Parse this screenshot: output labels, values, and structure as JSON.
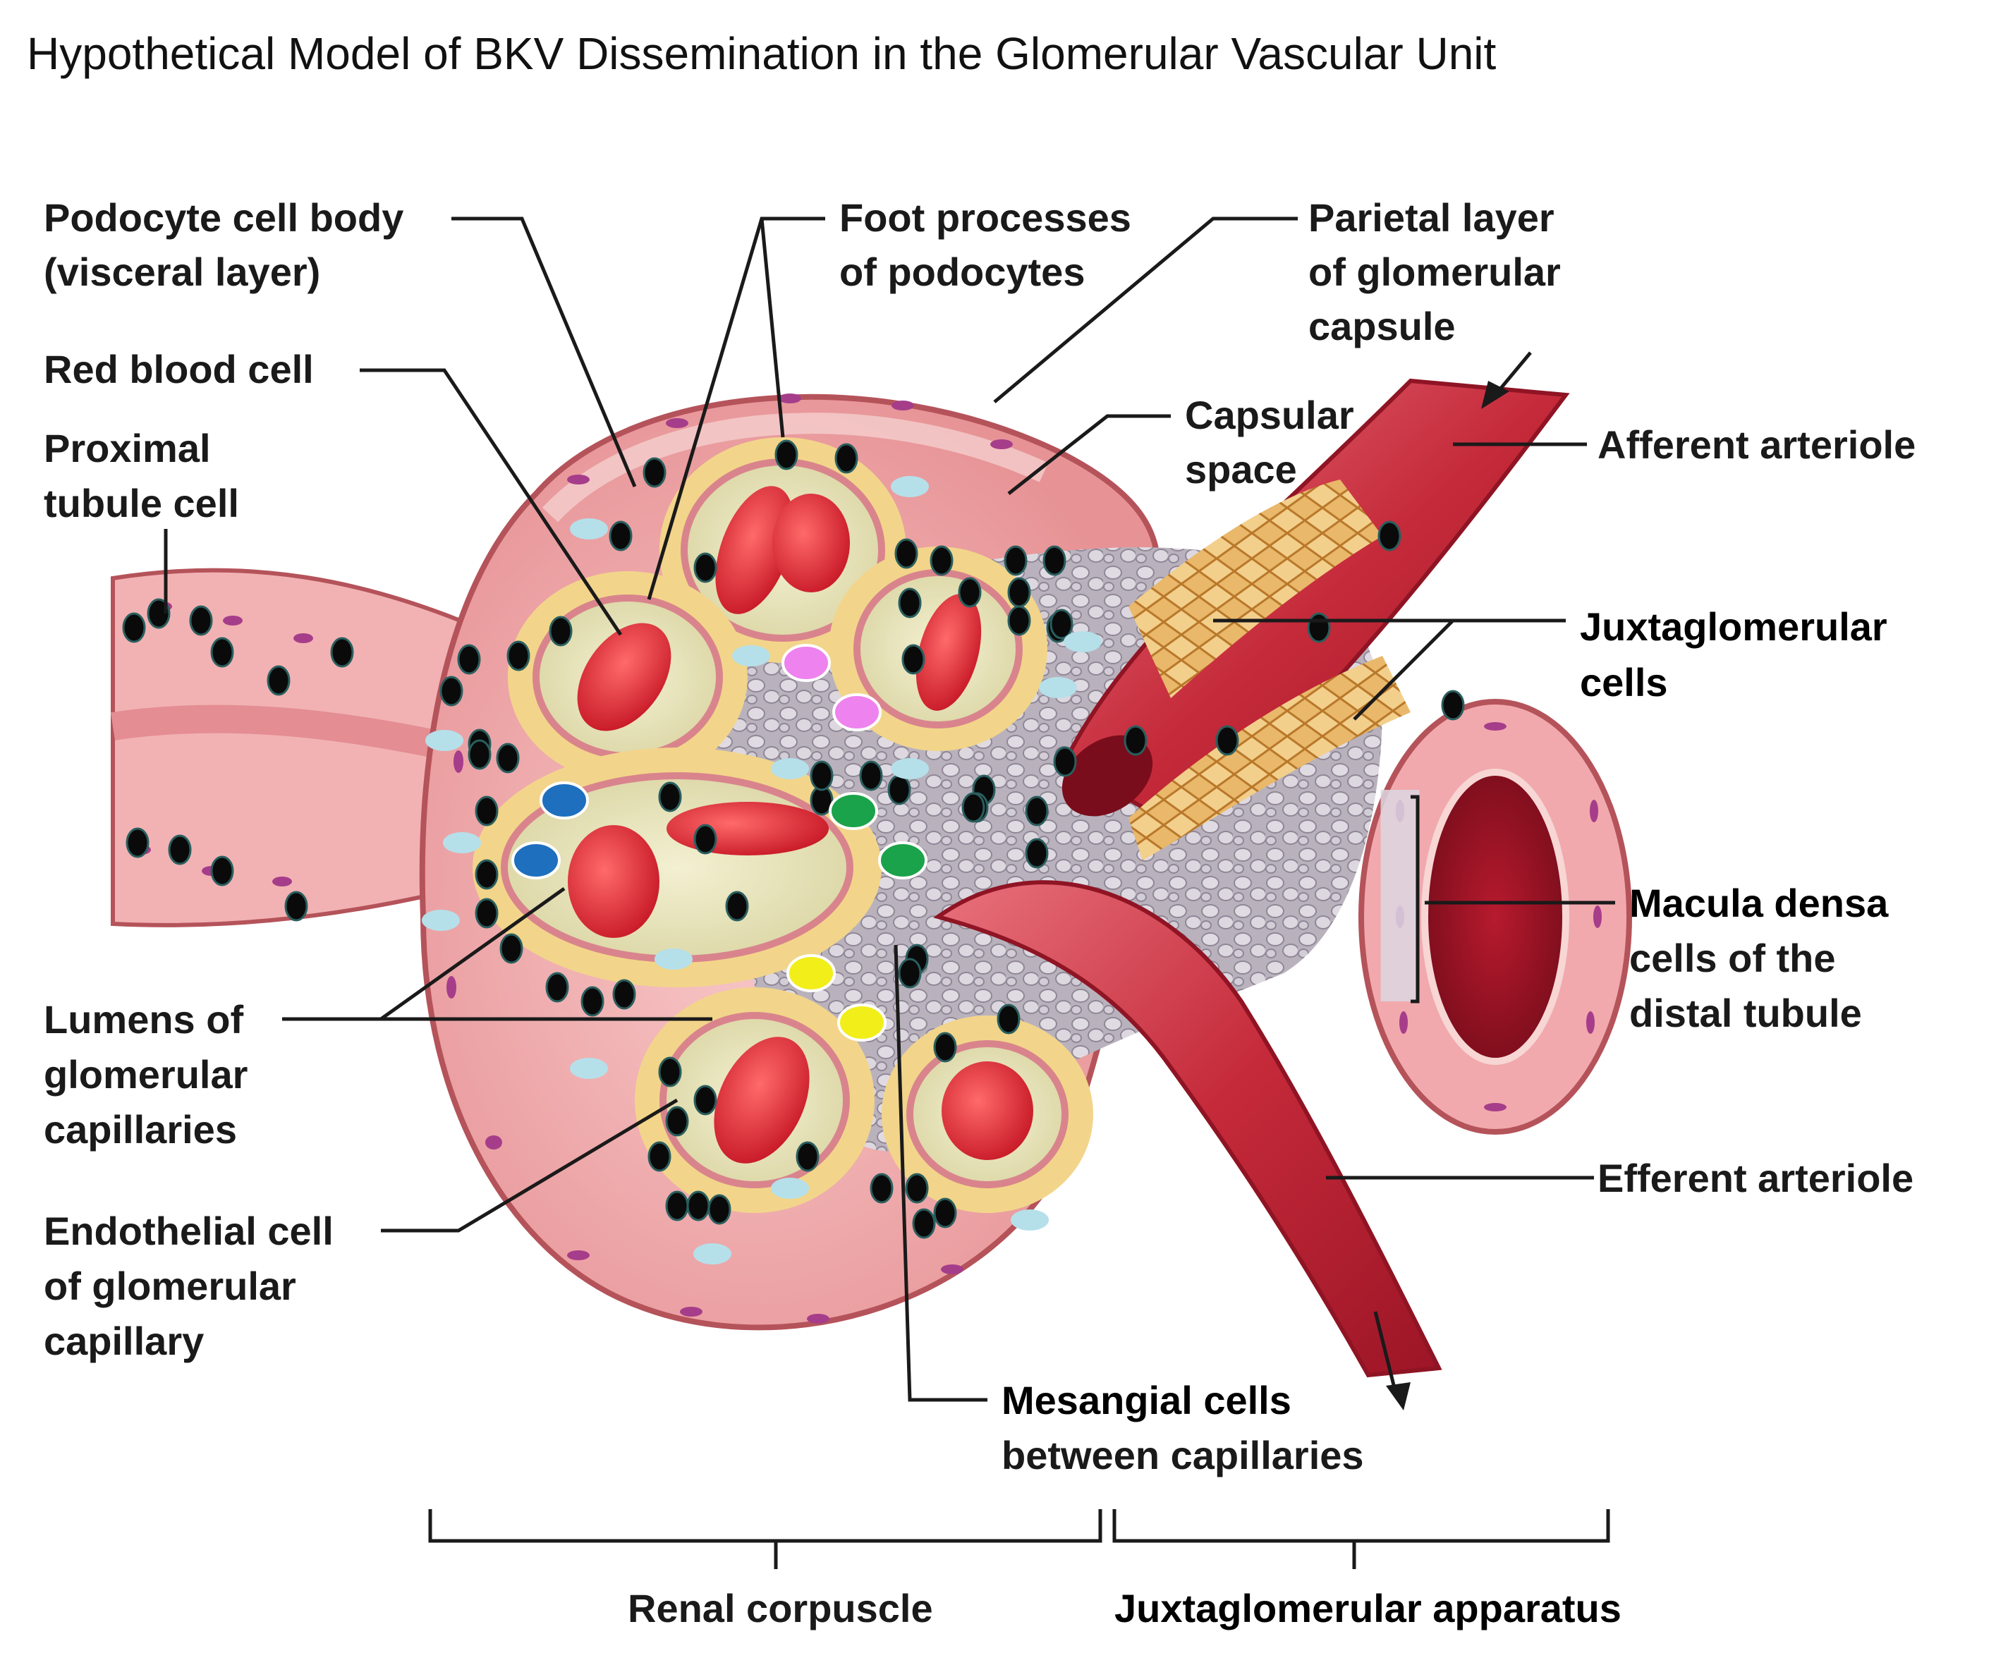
{
  "title": "Hypothetical Model of BKV Dissemination in the Glomerular Vascular Unit",
  "labels": {
    "podocyte_cell_body": [
      "Podocyte cell body",
      "(visceral layer)"
    ],
    "red_blood_cell": [
      "Red blood cell"
    ],
    "proximal_tubule_cell": [
      "Proximal",
      "tubule cell"
    ],
    "foot_processes": [
      "Foot processes",
      "of podocytes"
    ],
    "parietal_layer": [
      "Parietal layer",
      "of glomerular",
      "capsule"
    ],
    "capsular_space": [
      "Capsular",
      "space"
    ],
    "afferent_arteriole": [
      "Afferent arteriole"
    ],
    "juxtaglomerular_cells": [
      "Juxtaglomerular",
      "cells"
    ],
    "macula_densa": [
      "Macula densa",
      "cells of the",
      "distal tubule"
    ],
    "efferent_arteriole": [
      "Efferent arteriole"
    ],
    "lumens_of_capillaries": [
      "Lumens of",
      "glomerular",
      "capillaries"
    ],
    "endothelial_cell": [
      "Endothelial cell",
      "of glomerular",
      "capillary"
    ],
    "mesangial_cells": [
      "Mesangial cells",
      "between capillaries"
    ],
    "renal_corpuscle": [
      "Renal corpuscle"
    ],
    "juxtaglomerular_apparatus": [
      "Juxtaglomerular apparatus"
    ]
  },
  "colors": {
    "bkv_virion": "#0a0a0a",
    "marker_light_blue": "#b5e0ea",
    "marker_pink": "#ee82ee",
    "marker_blue": "#1f6fbf",
    "marker_green": "#1aa34a",
    "marker_yellow": "#f2ee1a",
    "capsule_tissue": "#f0a0a4",
    "arteriole_red": "#c8283a",
    "capillary_wall": "#f2d58a",
    "mesangial_gray": "#c9c3cc"
  }
}
